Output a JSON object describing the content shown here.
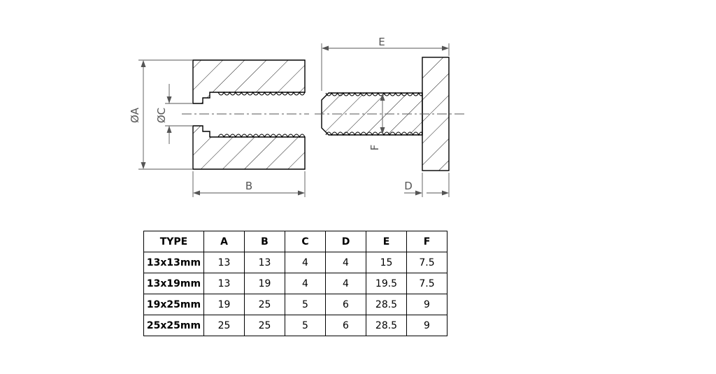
{
  "dimensions": {
    "A": "ØA",
    "B": "B",
    "C": "ØC",
    "D": "D",
    "E": "E",
    "F": "F"
  },
  "colors": {
    "line": "#000000",
    "dimension": "#555555",
    "hatch": "#000000"
  },
  "table": {
    "headers": [
      "TYPE",
      "A",
      "B",
      "C",
      "D",
      "E",
      "F"
    ],
    "rows": [
      [
        "13x13mm",
        "13",
        "13",
        "4",
        "4",
        "15",
        "7.5"
      ],
      [
        "13x19mm",
        "13",
        "19",
        "4",
        "4",
        "19.5",
        "7.5"
      ],
      [
        "19x25mm",
        "19",
        "25",
        "5",
        "6",
        "28.5",
        "9"
      ],
      [
        "25x25mm",
        "25",
        "25",
        "5",
        "6",
        "28.5",
        "9"
      ]
    ]
  }
}
